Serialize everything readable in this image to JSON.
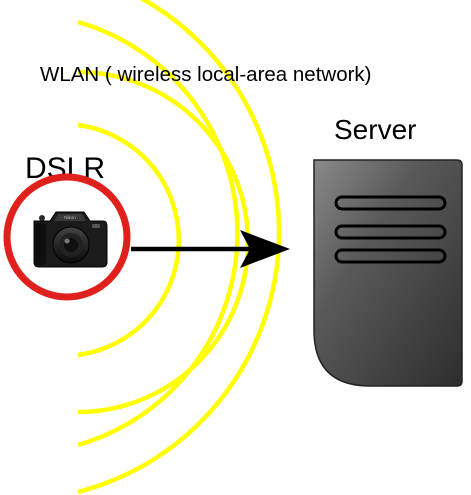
{
  "wlan_label": "WLAN ( wireless local-area network)",
  "dslr_label": "DSLR",
  "server_label": "Server",
  "camera_brand": "Nikon",
  "icons": {
    "camera": "dslr-camera-icon",
    "server": "server-icon",
    "arrow": "arrow-right-icon"
  },
  "colors": {
    "waves": "#ffff00",
    "ring": "#e0201c",
    "arrow": "#000000",
    "server_body": "#555555"
  }
}
